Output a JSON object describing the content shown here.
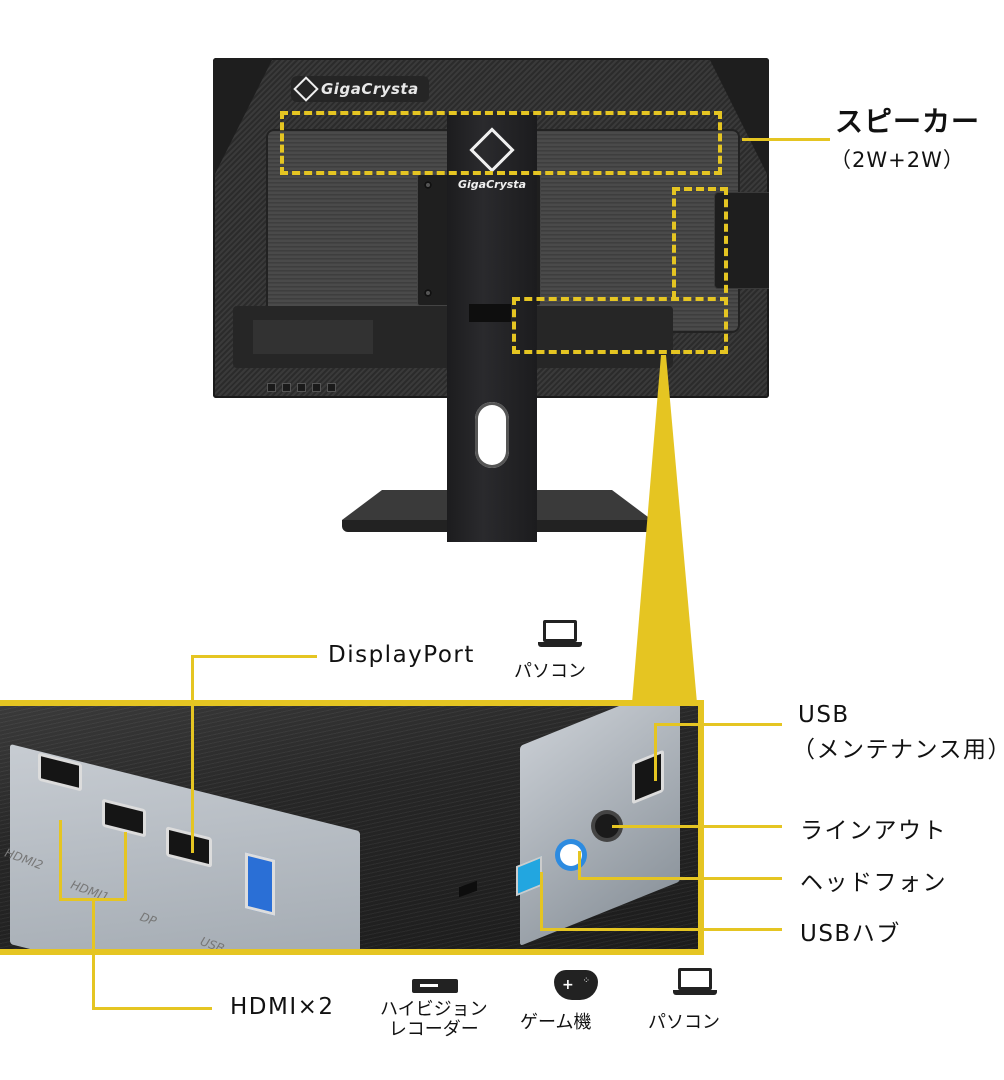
{
  "monitor": {
    "brand_logo": "GigaCrysta",
    "stand_logo": "GigaCrysta"
  },
  "callouts": {
    "speaker": {
      "title": "スピーカー",
      "subtitle": "（2W+2W）"
    },
    "displayport": {
      "label": "DisplayPort",
      "devices": [
        {
          "icon": "laptop-icon",
          "label": "パソコン"
        }
      ]
    },
    "hdmi": {
      "label": "HDMI×2",
      "devices": [
        {
          "icon": "recorder-icon",
          "label_line1": "ハイビジョン",
          "label_line2": "レコーダー"
        },
        {
          "icon": "gamepad-icon",
          "label": "ゲーム機"
        },
        {
          "icon": "laptop-icon",
          "label": "パソコン"
        }
      ]
    },
    "usb_maintenance": {
      "title": "USB",
      "subtitle": "（メンテナンス用）"
    },
    "line_out": {
      "label": "ラインアウト"
    },
    "headphone": {
      "label": "ヘッドフォン"
    },
    "usb_hub": {
      "label": "USBハブ"
    }
  },
  "detail_photo": {
    "printed_labels": [
      "HDMI2",
      "HDMI1",
      "DP",
      "USB"
    ]
  },
  "colors": {
    "accent_yellow": "#e5c522",
    "monitor_dark": "#2b2b2b",
    "port_blue": "#2a6fd6",
    "usb_cyan": "#22a6e0"
  }
}
